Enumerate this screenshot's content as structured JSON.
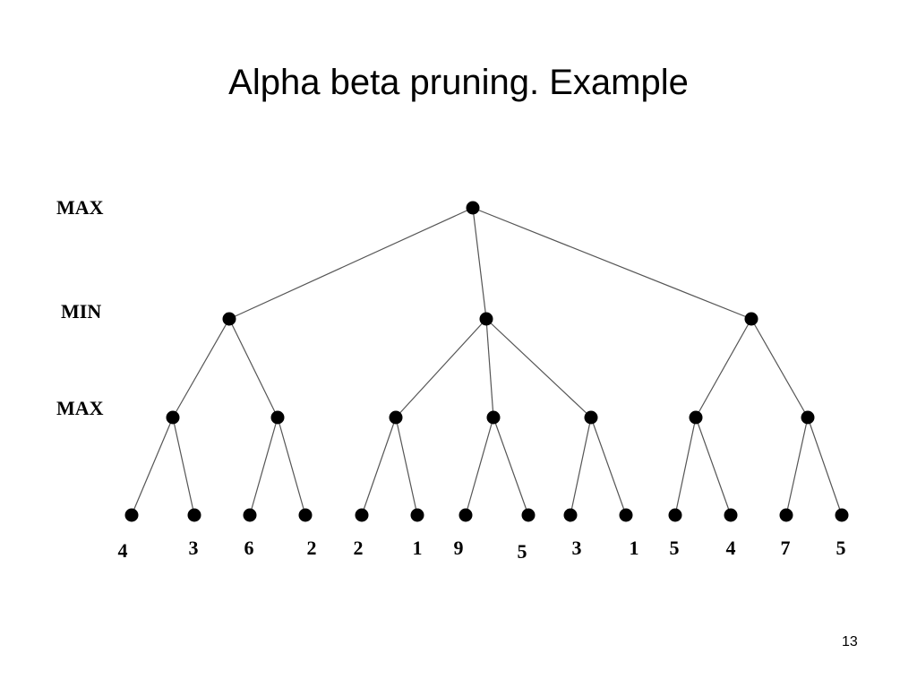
{
  "slide": {
    "title": "Alpha beta pruning.  Example",
    "page_number": "13"
  },
  "tree": {
    "level_labels": [
      "MAX",
      "MIN",
      "MAX"
    ],
    "leaf_values": [
      "4",
      "3",
      "6",
      "2",
      "2",
      "1",
      "9",
      "5",
      "3",
      "1",
      "5",
      "4",
      "7",
      "5"
    ],
    "node_color": "#000000",
    "edge_color": "#555555"
  }
}
